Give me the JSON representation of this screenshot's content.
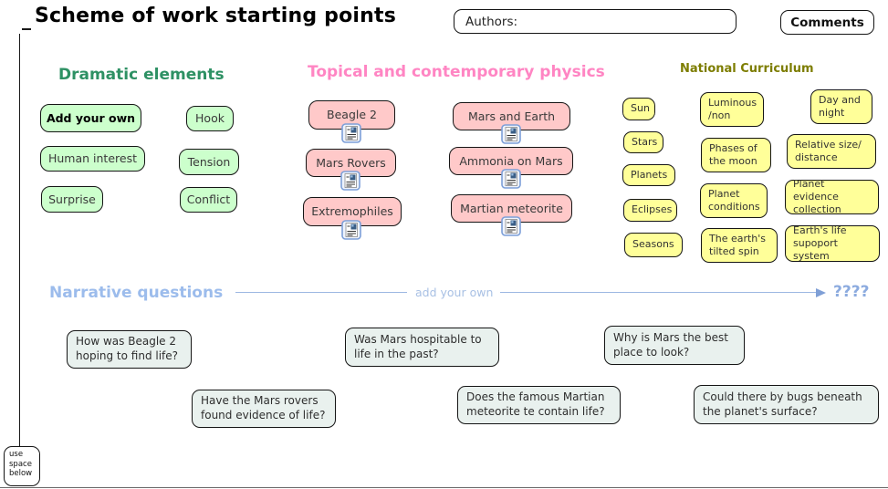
{
  "title": "Scheme of work starting points",
  "header": {
    "authors_label": "Authors:",
    "comments_label": "Comments"
  },
  "sections": {
    "dramatic": {
      "heading": "Dramatic elements",
      "items": [
        "Add your own",
        "Hook",
        "Human interest",
        "Tension",
        "Surprise",
        "Conflict"
      ]
    },
    "topical": {
      "heading": "Topical and contemporary physics",
      "items": [
        "Beagle 2",
        "Mars and Earth",
        "Mars Rovers",
        "Ammonia on Mars",
        "Extremophiles",
        "Martian meteorite"
      ]
    },
    "curriculum": {
      "heading": "National Curriculum",
      "items": [
        "Sun",
        "Stars",
        "Planets",
        "Eclipses",
        "Seasons",
        "Luminous /non",
        "Phases of the moon",
        "Planet conditions",
        "The earth's tilted spin",
        "Day and night",
        "Relative size/ distance",
        "Planet evidence collection",
        "Earth's life supoport system"
      ]
    },
    "narrative": {
      "heading": "Narrative questions",
      "add_prompt": "add your own",
      "end_marker": "????",
      "questions": [
        "How was Beagle 2 hoping to find life?",
        "Was Mars hospitable to life in the past?",
        "Why is Mars the best place  to look?",
        "Have the Mars rovers found evidence of life?",
        "Does the famous Martian meteorite te contain life?",
        "Could there by bugs beneath the planet's surface?"
      ]
    }
  },
  "notes": {
    "use_space": "use space below"
  },
  "colors": {
    "dramatic_heading": "#2e9164",
    "dramatic_fill": "#ccffcc",
    "topical_heading": "#ff85c3",
    "topical_fill": "#ffc9c9",
    "curriculum_heading": "#7d7d00",
    "curriculum_fill": "#ffff99",
    "narrative_heading": "#9cbcec",
    "narrative_line": "#9db8e2",
    "question_fill": "#e9f1ee"
  }
}
